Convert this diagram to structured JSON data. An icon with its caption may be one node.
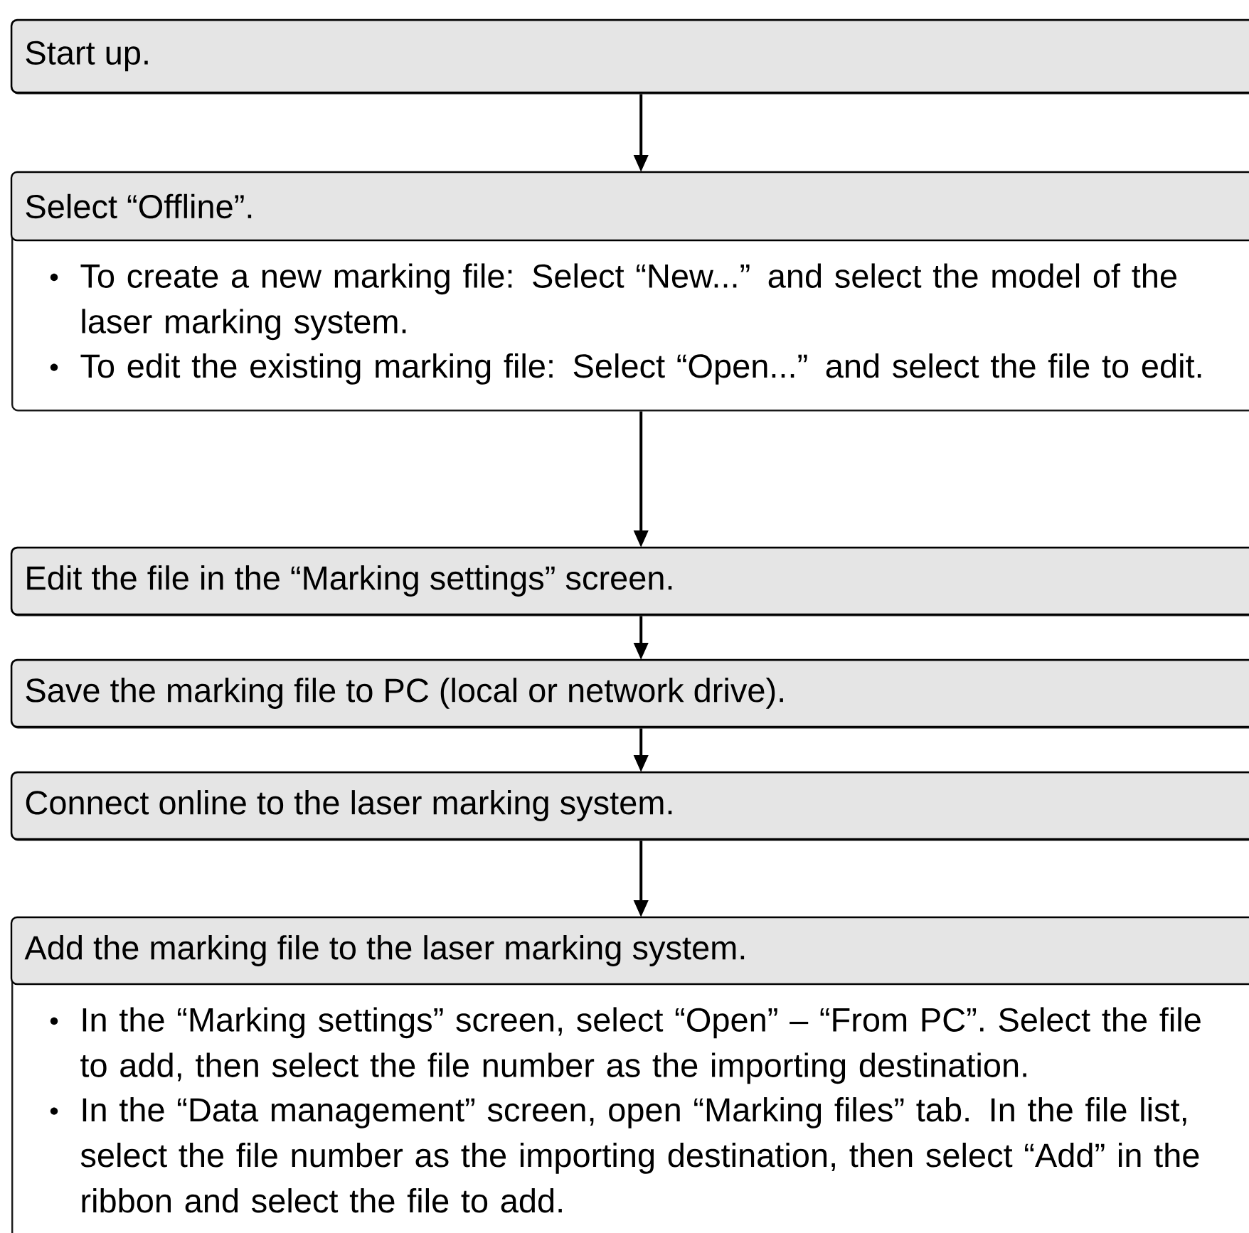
{
  "diagram": {
    "nodes": [
      {
        "text": [
          "Start up."
        ]
      },
      {
        "text": [
          "Select “Offline”.",
          "To create a new marking file: Select “New...” and select the model of the laser marking system.",
          "To edit the existing marking file: Select “Open...” and select the file to edit."
        ]
      },
      {
        "text": [
          "Edit the file in the “Marking settings” screen."
        ]
      },
      {
        "text": [
          "Save the marking file to PC (local or network drive)."
        ]
      },
      {
        "text": [
          "Connect online to the laser marking system."
        ]
      },
      {
        "text": [
          "Add the marking file to the laser marking system.",
          "In the “Marking settings” screen, select “Open” – “From PC”. Select the file to add, then select the file number as the importing destination.",
          "In the “Data management” screen, open “Marking files” tab. In the file list, select the file number as the importing destination, then select “Add” in the ribbon and select  the file to add."
        ]
      }
    ],
    "edges": [
      {
        "from": 0,
        "to": 1,
        "arrow": "to"
      },
      {
        "from": 1,
        "to": 2,
        "arrow": "to"
      },
      {
        "from": 2,
        "to": 3,
        "arrow": "to"
      },
      {
        "from": 3,
        "to": 4,
        "arrow": "to"
      },
      {
        "from": 4,
        "to": 5,
        "arrow": "to"
      }
    ]
  }
}
